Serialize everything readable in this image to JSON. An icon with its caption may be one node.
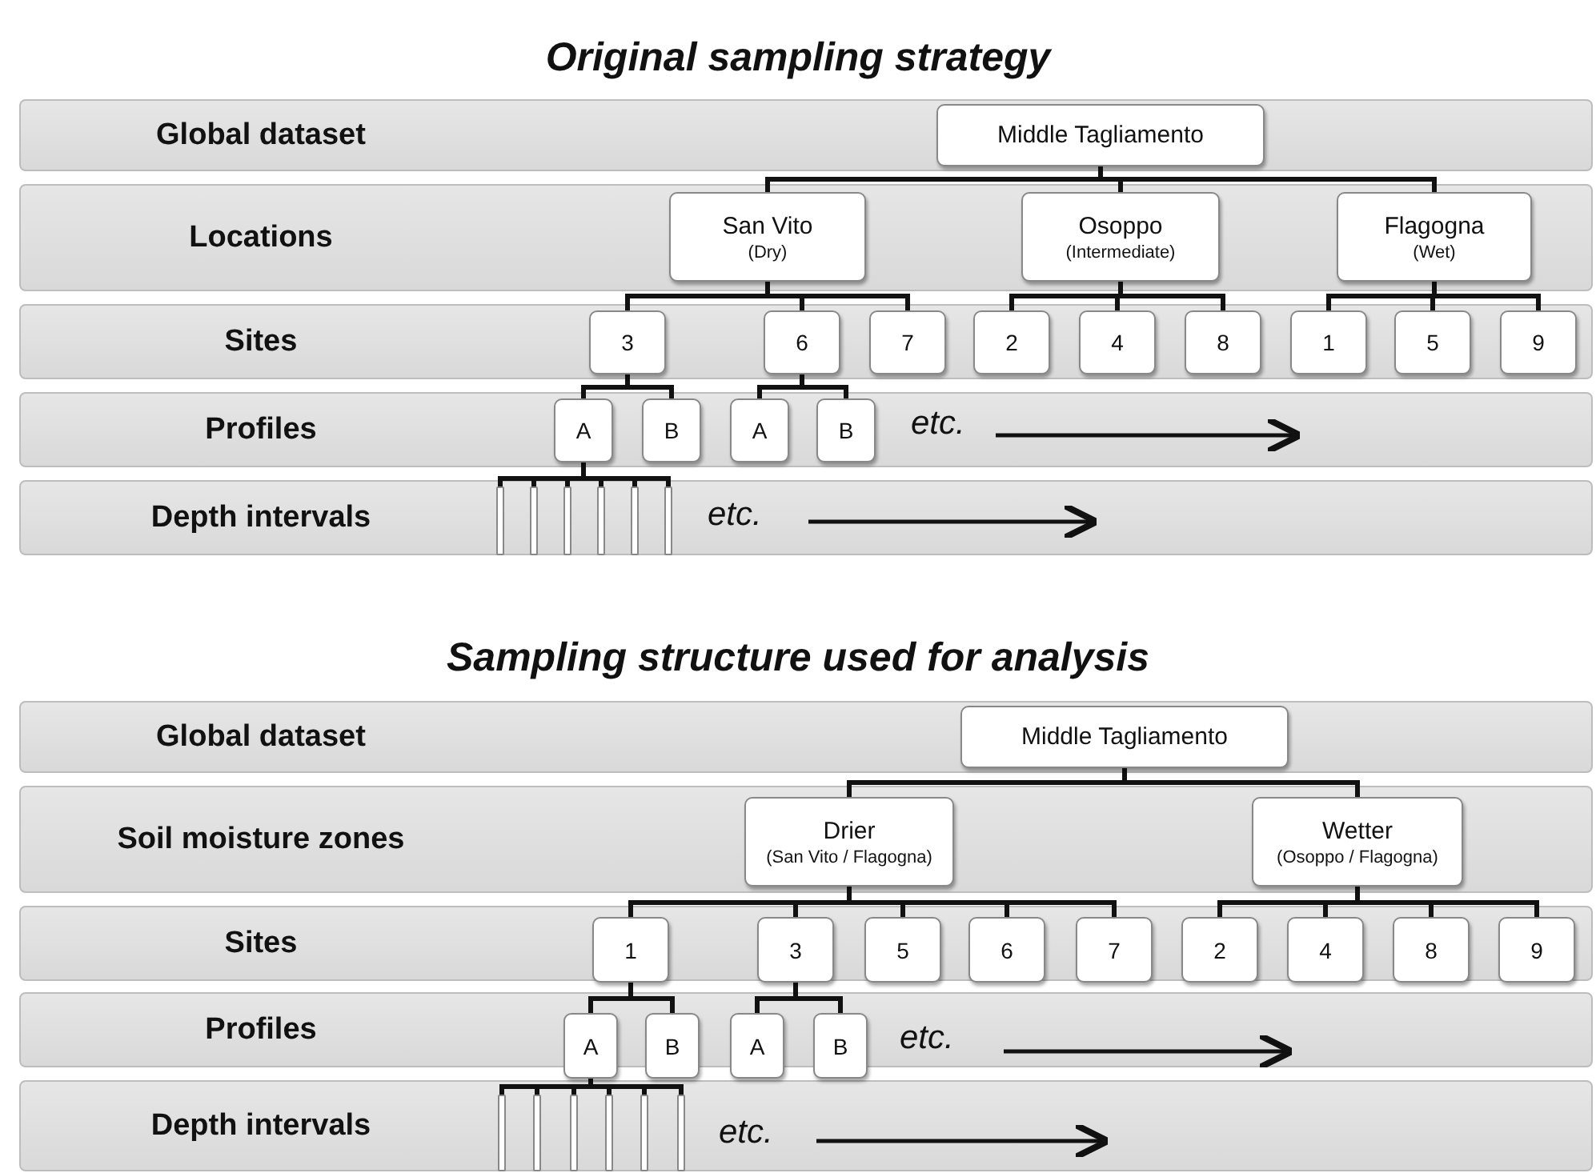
{
  "diagram": {
    "title": "Original sampling strategy",
    "nodes": [
      {
        "text": [
          "Global dataset"
        ]
      },
      {
        "text": [
          "Middle Tagliamento"
        ],
        "in": 0
      },
      {
        "text": [
          "Locations"
        ]
      },
      {
        "text": [
          "San Vito",
          "(Dry)"
        ],
        "in": 2
      },
      {
        "text": [
          "Osoppo",
          "(Intermediate)"
        ],
        "in": 2
      },
      {
        "text": [
          "Flagogna",
          "(Wet)"
        ],
        "in": 2
      },
      {
        "text": [
          "Sites"
        ]
      },
      {
        "text": [
          "3"
        ],
        "in": 6
      },
      {
        "text": [
          "6"
        ],
        "in": 6
      },
      {
        "text": [
          "7"
        ],
        "in": 6
      },
      {
        "text": [
          "2"
        ],
        "in": 6
      },
      {
        "text": [
          "4"
        ],
        "in": 6
      },
      {
        "text": [
          "8"
        ],
        "in": 6
      },
      {
        "text": [
          "1"
        ],
        "in": 6
      },
      {
        "text": [
          "5"
        ],
        "in": 6
      },
      {
        "text": [
          "9"
        ],
        "in": 6
      },
      {
        "text": [
          "Profiles"
        ]
      },
      {
        "text": [
          "A"
        ],
        "in": 16
      },
      {
        "text": [
          "B"
        ],
        "in": 16
      },
      {
        "text": [
          "A"
        ],
        "in": 16
      },
      {
        "text": [
          "B"
        ],
        "in": 16
      },
      {
        "text": [
          "Depth intervals"
        ]
      },
      {
        "text": [],
        "shape": "bar",
        "in": 21
      },
      {
        "text": [],
        "shape": "bar",
        "in": 21
      },
      {
        "text": [],
        "shape": "bar",
        "in": 21
      },
      {
        "text": [],
        "shape": "bar",
        "in": 21
      },
      {
        "text": [],
        "shape": "bar",
        "in": 21
      },
      {
        "text": [],
        "shape": "bar",
        "in": 21
      },
      {
        "text": [
          "Global dataset"
        ]
      },
      {
        "text": [
          "Middle Tagliamento"
        ],
        "in": 28
      },
      {
        "text": [
          "Soil moisture zones"
        ]
      },
      {
        "text": [
          "Drier",
          "(San Vito / Flagogna)"
        ],
        "in": 30
      },
      {
        "text": [
          "Wetter",
          "(Osoppo / Flagogna)"
        ],
        "in": 30
      },
      {
        "text": [
          "Sites"
        ]
      },
      {
        "text": [
          "1"
        ],
        "in": 33
      },
      {
        "text": [
          "3"
        ],
        "in": 33
      },
      {
        "text": [
          "5"
        ],
        "in": 33
      },
      {
        "text": [
          "6"
        ],
        "in": 33
      },
      {
        "text": [
          "7"
        ],
        "in": 33
      },
      {
        "text": [
          "2"
        ],
        "in": 33
      },
      {
        "text": [
          "4"
        ],
        "in": 33
      },
      {
        "text": [
          "8"
        ],
        "in": 33
      },
      {
        "text": [
          "9"
        ],
        "in": 33
      },
      {
        "text": [
          "Profiles"
        ]
      },
      {
        "text": [
          "A"
        ],
        "in": 43
      },
      {
        "text": [
          "B"
        ],
        "in": 43
      },
      {
        "text": [
          "A"
        ],
        "in": 43
      },
      {
        "text": [
          "B"
        ],
        "in": 43
      },
      {
        "text": [
          "Depth intervals"
        ]
      },
      {
        "text": [],
        "shape": "bar",
        "in": 48
      },
      {
        "text": [],
        "shape": "bar",
        "in": 48
      },
      {
        "text": [],
        "shape": "bar",
        "in": 48
      },
      {
        "text": [],
        "shape": "bar",
        "in": 48
      },
      {
        "text": [],
        "shape": "bar",
        "in": 48
      },
      {
        "text": [],
        "shape": "bar",
        "in": 48
      }
    ],
    "edges": [
      {
        "from": 1,
        "to": 3,
        "arrow": "none"
      },
      {
        "from": 1,
        "to": 4,
        "arrow": "none"
      },
      {
        "from": 1,
        "to": 5,
        "arrow": "none"
      },
      {
        "from": 3,
        "to": 7,
        "arrow": "none"
      },
      {
        "from": 3,
        "to": 8,
        "arrow": "none"
      },
      {
        "from": 3,
        "to": 9,
        "arrow": "none"
      },
      {
        "from": 4,
        "to": 10,
        "arrow": "none"
      },
      {
        "from": 4,
        "to": 11,
        "arrow": "none"
      },
      {
        "from": 4,
        "to": 12,
        "arrow": "none"
      },
      {
        "from": 5,
        "to": 13,
        "arrow": "none"
      },
      {
        "from": 5,
        "to": 14,
        "arrow": "none"
      },
      {
        "from": 5,
        "to": 15,
        "arrow": "none"
      },
      {
        "from": 7,
        "to": 17,
        "arrow": "none"
      },
      {
        "from": 7,
        "to": 18,
        "arrow": "none"
      },
      {
        "from": 8,
        "to": 19,
        "arrow": "none"
      },
      {
        "from": 8,
        "to": 20,
        "arrow": "none"
      },
      {
        "from": 17,
        "to": 22,
        "arrow": "none"
      },
      {
        "from": 17,
        "to": 23,
        "arrow": "none"
      },
      {
        "from": 17,
        "to": 24,
        "arrow": "none"
      },
      {
        "from": 17,
        "to": 25,
        "arrow": "none"
      },
      {
        "from": 17,
        "to": 26,
        "arrow": "none"
      },
      {
        "from": 17,
        "to": 27,
        "arrow": "none"
      },
      {
        "from": 29,
        "to": 31,
        "arrow": "none"
      },
      {
        "from": 29,
        "to": 32,
        "arrow": "none"
      },
      {
        "from": 31,
        "to": 34,
        "arrow": "none"
      },
      {
        "from": 31,
        "to": 35,
        "arrow": "none"
      },
      {
        "from": 31,
        "to": 36,
        "arrow": "none"
      },
      {
        "from": 31,
        "to": 37,
        "arrow": "none"
      },
      {
        "from": 31,
        "to": 38,
        "arrow": "none"
      },
      {
        "from": 32,
        "to": 39,
        "arrow": "none"
      },
      {
        "from": 32,
        "to": 40,
        "arrow": "none"
      },
      {
        "from": 32,
        "to": 41,
        "arrow": "none"
      },
      {
        "from": 32,
        "to": 42,
        "arrow": "none"
      },
      {
        "from": 34,
        "to": 44,
        "arrow": "none"
      },
      {
        "from": 34,
        "to": 45,
        "arrow": "none"
      },
      {
        "from": 35,
        "to": 46,
        "arrow": "none"
      },
      {
        "from": 35,
        "to": 47,
        "arrow": "none"
      },
      {
        "from": 44,
        "to": 49,
        "arrow": "none"
      },
      {
        "from": 44,
        "to": 50,
        "arrow": "none"
      },
      {
        "from": 44,
        "to": 51,
        "arrow": "none"
      },
      {
        "from": 44,
        "to": 52,
        "arrow": "none"
      },
      {
        "from": 44,
        "to": 53,
        "arrow": "none"
      },
      {
        "from": 44,
        "to": 54,
        "arrow": "none"
      }
    ],
    "labels": [
      "etc.",
      "etc.",
      "Sampling structure used for analysis",
      "etc.",
      "etc."
    ]
  }
}
